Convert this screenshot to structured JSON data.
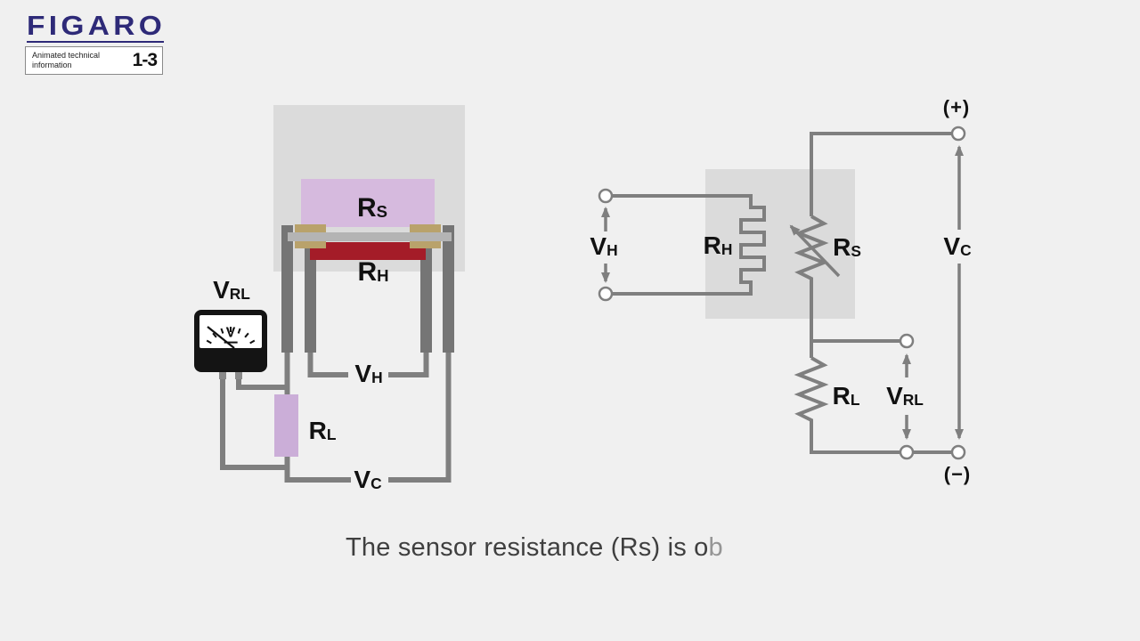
{
  "header": {
    "brand": "FIGARO",
    "tagline_line1": "Animated technical",
    "tagline_line2": "information",
    "episode": "1-3"
  },
  "caption": {
    "typed": "The sensor resistance (Rs) is o",
    "typing_char": "b"
  },
  "palette": {
    "background": "#f0f0f0",
    "brand_navy": "#2e2a78",
    "wire_gray": "#7f7f7f",
    "sensor_lavender": "#d6bade",
    "load_lavender": "#cbaed8",
    "heater_red": "#a41c28",
    "electrode_tan": "#b9a26b",
    "substrate_gray": "#b4b4b4",
    "housing_gray": "#dbdbdb",
    "label_black": "#111111"
  },
  "left_diagram": {
    "meter_symbol": "V",
    "labels": {
      "rs": {
        "main": "R",
        "sub": "S"
      },
      "rh": {
        "main": "R",
        "sub": "H"
      },
      "vrl": {
        "main": "V",
        "sub": "RL"
      },
      "vh": {
        "main": "V",
        "sub": "H"
      },
      "rl": {
        "main": "R",
        "sub": "L"
      },
      "vc": {
        "main": "V",
        "sub": "C"
      }
    }
  },
  "right_diagram": {
    "labels": {
      "plus": "(+)",
      "minus": "(−)",
      "vh": {
        "main": "V",
        "sub": "H"
      },
      "rh": {
        "main": "R",
        "sub": "H"
      },
      "rs": {
        "main": "R",
        "sub": "S"
      },
      "vc": {
        "main": "V",
        "sub": "C"
      },
      "rl": {
        "main": "R",
        "sub": "L"
      },
      "vrl": {
        "main": "V",
        "sub": "RL"
      }
    }
  }
}
